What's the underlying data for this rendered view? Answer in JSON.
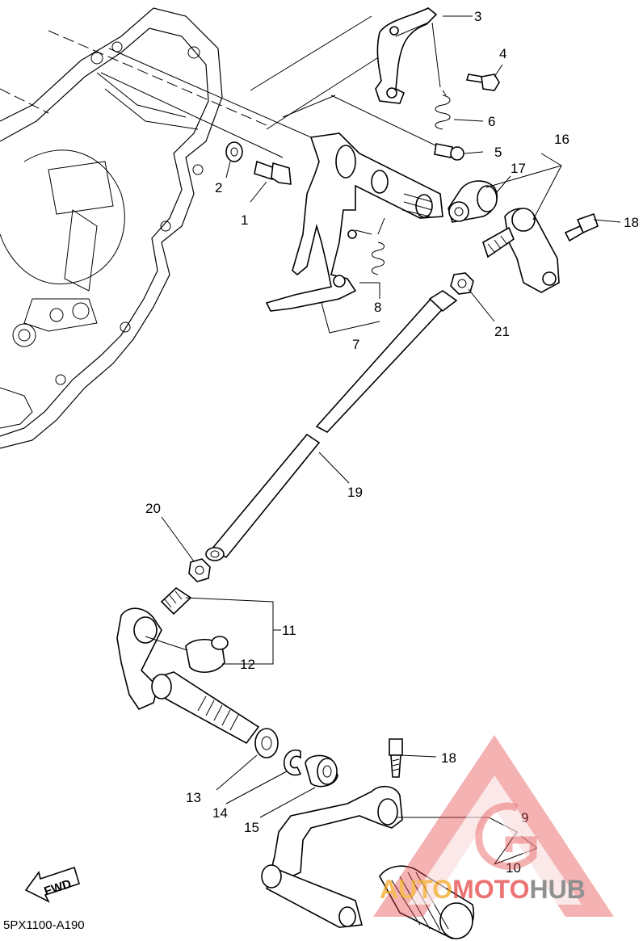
{
  "callouts": {
    "c1": "1",
    "c2": "2",
    "c3": "3",
    "c4": "4",
    "c5": "5",
    "c6": "6",
    "c7": "7",
    "c8": "8",
    "c9": "9",
    "c10": "10",
    "c11": "11",
    "c12": "12",
    "c13": "13",
    "c14": "14",
    "c15": "15",
    "c16": "16",
    "c17": "17",
    "c18a": "18",
    "c18b": "18",
    "c19": "19",
    "c20": "20",
    "c21": "21"
  },
  "fwd_label": "FWD",
  "diagram_code": "5PX1100-A190",
  "watermark": {
    "text_part1": "AUTO",
    "text_part2": "MOTO",
    "text_part3": "HUB",
    "color_orange": "#f5a623",
    "color_red": "#e64545",
    "color_gray": "#6b6b6b"
  }
}
